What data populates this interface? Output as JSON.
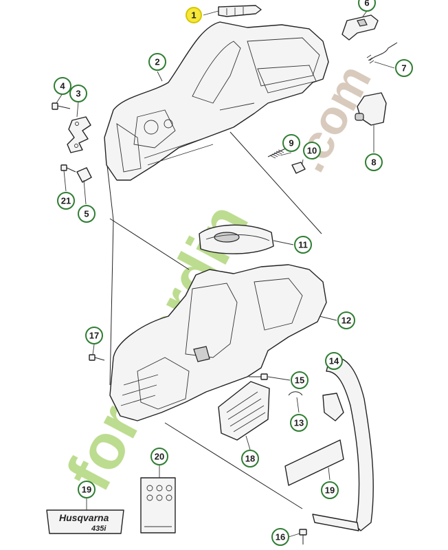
{
  "callouts": [
    {
      "id": "c1",
      "label": "1",
      "highlight": true
    },
    {
      "id": "c2",
      "label": "2"
    },
    {
      "id": "c3",
      "label": "3"
    },
    {
      "id": "c4",
      "label": "4"
    },
    {
      "id": "c5",
      "label": "5"
    },
    {
      "id": "c6",
      "label": "6"
    },
    {
      "id": "c7",
      "label": "7"
    },
    {
      "id": "c8",
      "label": "8"
    },
    {
      "id": "c9",
      "label": "9"
    },
    {
      "id": "c10",
      "label": "10"
    },
    {
      "id": "c11",
      "label": "11"
    },
    {
      "id": "c12",
      "label": "12"
    },
    {
      "id": "c13",
      "label": "13"
    },
    {
      "id": "c14",
      "label": "14"
    },
    {
      "id": "c15",
      "label": "15"
    },
    {
      "id": "c16",
      "label": "16"
    },
    {
      "id": "c17",
      "label": "17"
    },
    {
      "id": "c18",
      "label": "18"
    },
    {
      "id": "c19a",
      "label": "19"
    },
    {
      "id": "c19b",
      "label": "19"
    },
    {
      "id": "c20",
      "label": "20"
    },
    {
      "id": "c21",
      "label": "21"
    }
  ],
  "decal": {
    "brand": "Husqvarna",
    "model": "435i"
  },
  "watermarks": {
    "green": "foretjardin",
    "green_color": "#a6d06a",
    "orange_color": "#f4b055",
    "gray": ".com",
    "gray_color": "#cbb9a6"
  },
  "colors": {
    "callout_ring": "#2e7d32",
    "callout_highlight": "#f5e83a"
  }
}
